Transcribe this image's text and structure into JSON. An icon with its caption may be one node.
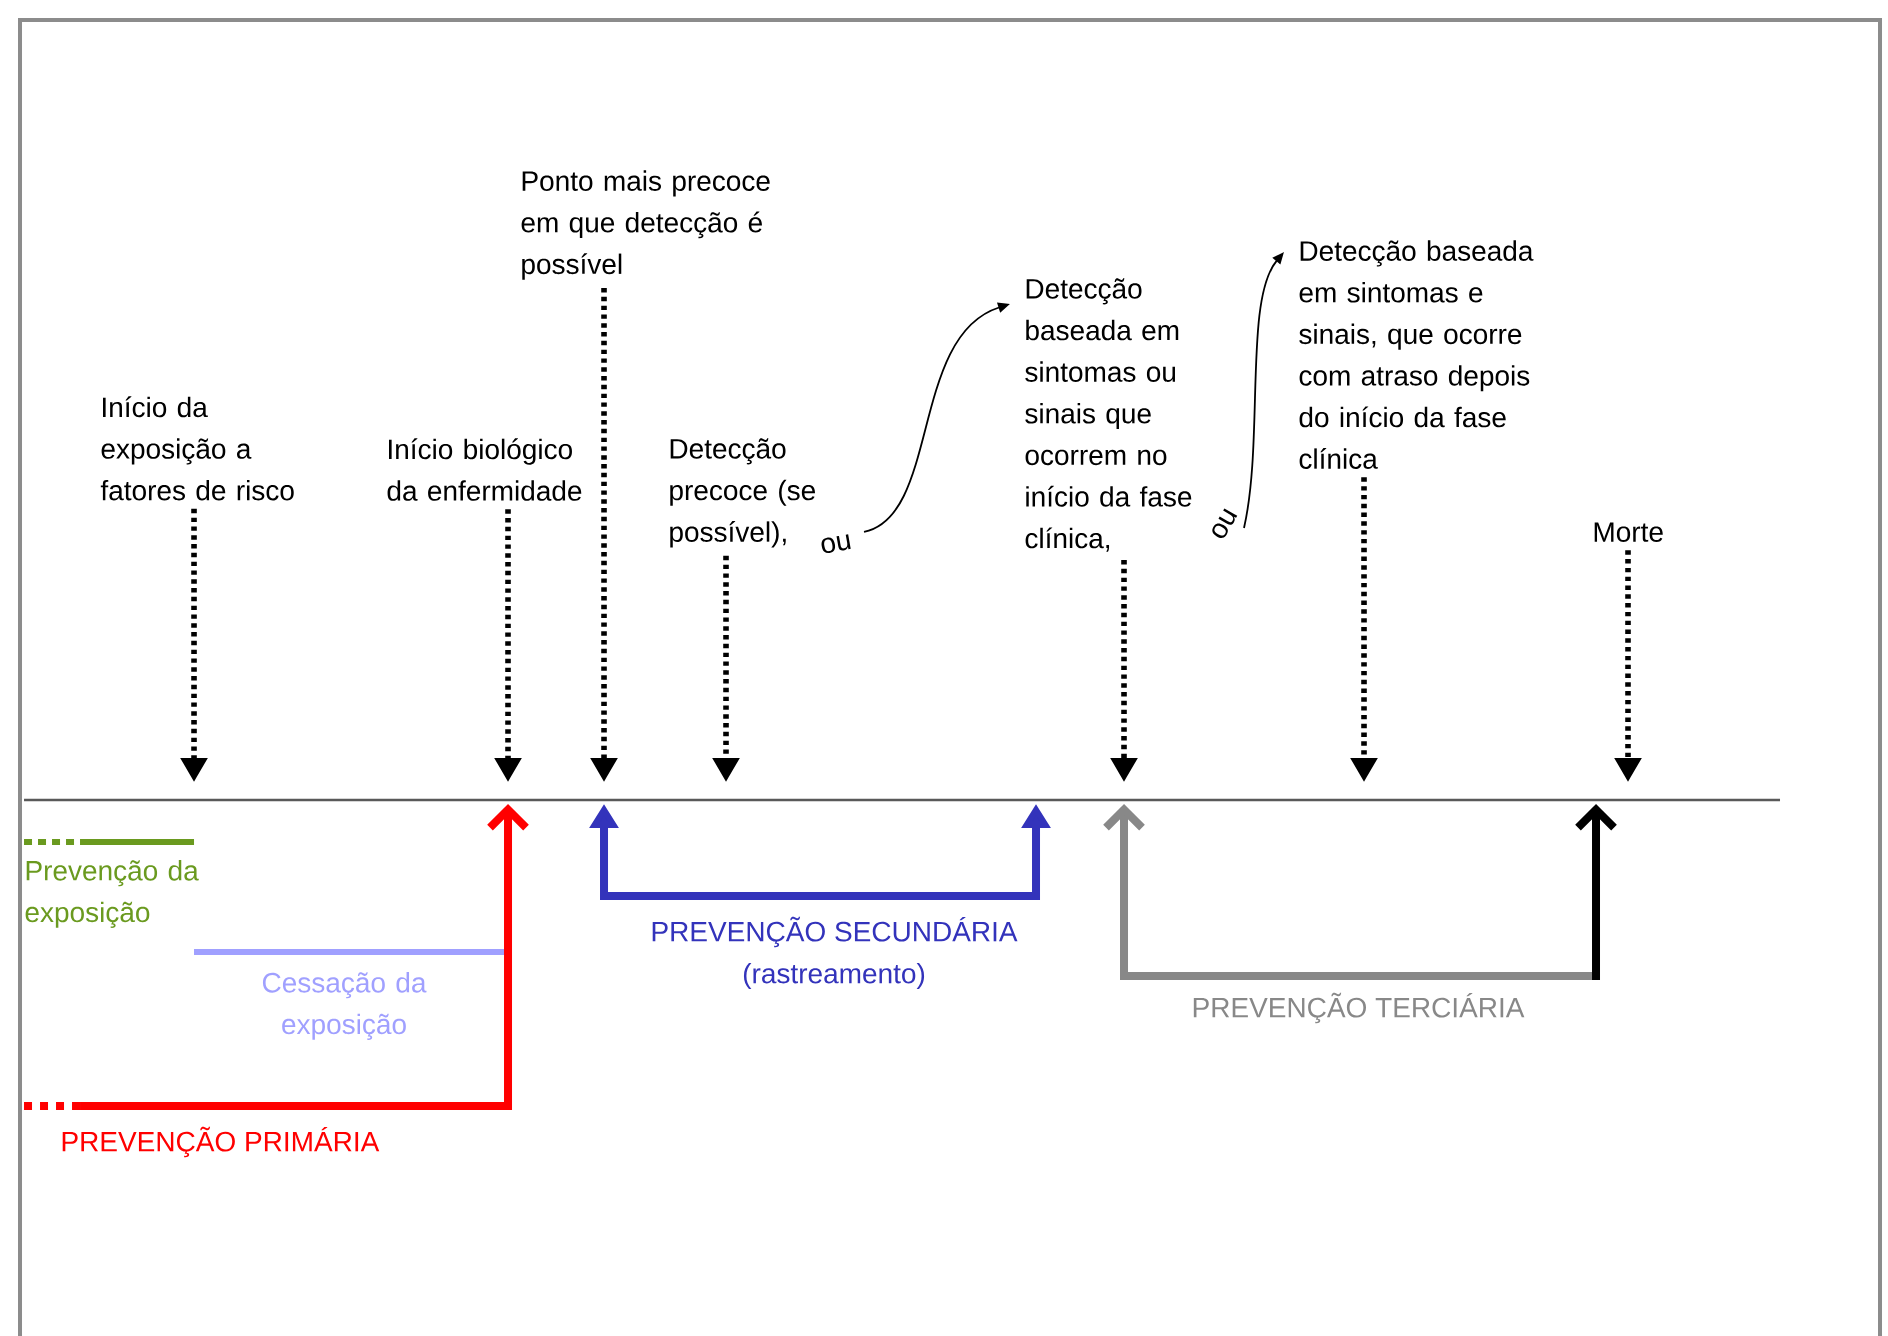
{
  "diagram": {
    "nodes": [
      {
        "text": [
          "Início da exposição a fatores de risco"
        ]
      },
      {
        "text": [
          "Início biológico da enfermidade"
        ]
      },
      {
        "text": [
          "Ponto mais precoce em que detecção é possível"
        ]
      },
      {
        "text": [
          "Detecção precoce (se possível),"
        ]
      },
      {
        "text": [
          "Detecção baseada em sintomas ou sinais que ocorrem no início da fase clínica,"
        ]
      },
      {
        "text": [
          "Detecção baseada em sintomas e sinais, que ocorre com atraso depois do início da fase clínica"
        ]
      },
      {
        "text": [
          "Morte"
        ]
      }
    ],
    "edges": [
      {
        "from": 0,
        "to": null,
        "arrow": "to",
        "style": "dashed"
      },
      {
        "from": 1,
        "to": null,
        "arrow": "to",
        "style": "dashed"
      },
      {
        "from": 2,
        "to": null,
        "arrow": "to",
        "style": "dashed"
      },
      {
        "from": 3,
        "to": null,
        "arrow": "to",
        "style": "dashed"
      },
      {
        "from": 4,
        "to": null,
        "arrow": "to",
        "style": "dashed"
      },
      {
        "from": 5,
        "to": null,
        "arrow": "to",
        "style": "dashed"
      },
      {
        "from": 6,
        "to": null,
        "arrow": "to",
        "style": "dashed"
      },
      {
        "from": 3,
        "to": 4,
        "arrow": "to",
        "label": "ou"
      },
      {
        "from": 4,
        "to": 5,
        "arrow": "to",
        "label": "ou"
      }
    ],
    "labels": [
      "Prevenção da exposição",
      "PREVENÇÃO SECUNDÁRIA",
      "(rastreamento)",
      "Cessação da exposição",
      "PREVENÇÃO TERCIÁRIA",
      "PREVENÇÃO PRIMÁRIA"
    ]
  }
}
